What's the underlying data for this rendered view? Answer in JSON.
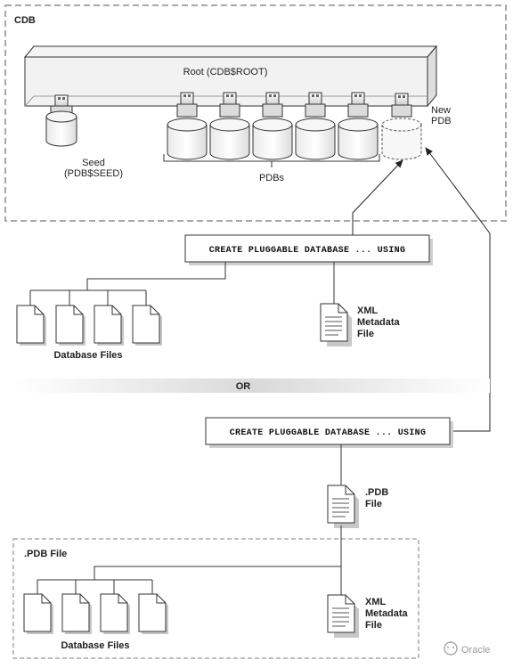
{
  "cdb": {
    "title": "CDB",
    "root_label": "Root (CDB$ROOT)",
    "seed_label_line1": "Seed",
    "seed_label_line2": "(PDB$SEED)",
    "pdbs_label": "PDBs",
    "new_pdb_line1": "New",
    "new_pdb_line2": "PDB"
  },
  "path_xml": {
    "command": "CREATE PLUGGABLE DATABASE ... USING",
    "files_label": "Database Files",
    "xml_line1": "XML",
    "xml_line2": "Metadata",
    "xml_line3": "File"
  },
  "separator": {
    "label": "OR"
  },
  "path_pdb": {
    "command": "CREATE PLUGGABLE DATABASE ... USING",
    "pdb_file_line1": ".PDB",
    "pdb_file_line2": "File",
    "box_title": ".PDB File",
    "files_label": "Database Files",
    "xml_line1": "XML",
    "xml_line2": "Metadata",
    "xml_line3": "File"
  },
  "watermark": {
    "text": "Oracle"
  },
  "colors": {
    "dashed_border": "#a8a8a8",
    "shape_fill": "#f2f2f2",
    "stroke": "#333333"
  }
}
